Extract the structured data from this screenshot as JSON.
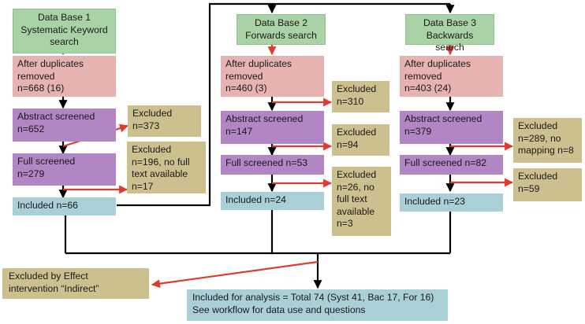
{
  "diagram": {
    "columns": [
      {
        "database": "Data Base 1\nSystematic Keyword\nsearch",
        "after_duplicates": "After duplicates\nremoved\nn=668 (16)",
        "abstract_screened": "Abstract screened\nn=652",
        "excluded_abstract": "Excluded\nn=373",
        "full_screened": "Full screened\nn=279",
        "excluded_full": "Excluded\nn=196, no full\ntext available\nn=17",
        "included": "Included  n=66"
      },
      {
        "database": "Data Base 2\nForwards search",
        "after_duplicates": "After duplicates\nremoved\nn=460 (3)",
        "excluded_duplicates": "Excluded\nn=310",
        "abstract_screened": "Abstract screened\nn=147",
        "excluded_abstract": "Excluded\nn=94",
        "full_screened": "Full screened  n=53",
        "excluded_full": "Excluded\nn=26, no\nfull text\navailable\nn=3",
        "included": "Included  n=24"
      },
      {
        "database": "Data Base 3\nBackwards search",
        "after_duplicates": "After duplicates\nremoved\nn=403 (24)",
        "abstract_screened": "Abstract screened\nn=379",
        "excluded_abstract": "Excluded\nn=289, no\nmapping n=8",
        "full_screened": "Full screened  n=82",
        "excluded_full": "Excluded\nn=59",
        "included": "Included  n=23"
      }
    ],
    "excluded_effect": "Excluded by Effect\nintervention “Indirect”",
    "final_included": "Included for analysis = Total 74 (Syst 41, Bac 17, For 16)\nSee workflow for data use and questions",
    "colors": {
      "database": "#a9d3a6",
      "duplicates": "#e6b3b1",
      "screened": "#b286c4",
      "excluded": "#cdc08f",
      "included": "#a9cfd7",
      "arrow_red": "#e03a2f",
      "line_black": "#000000"
    }
  }
}
